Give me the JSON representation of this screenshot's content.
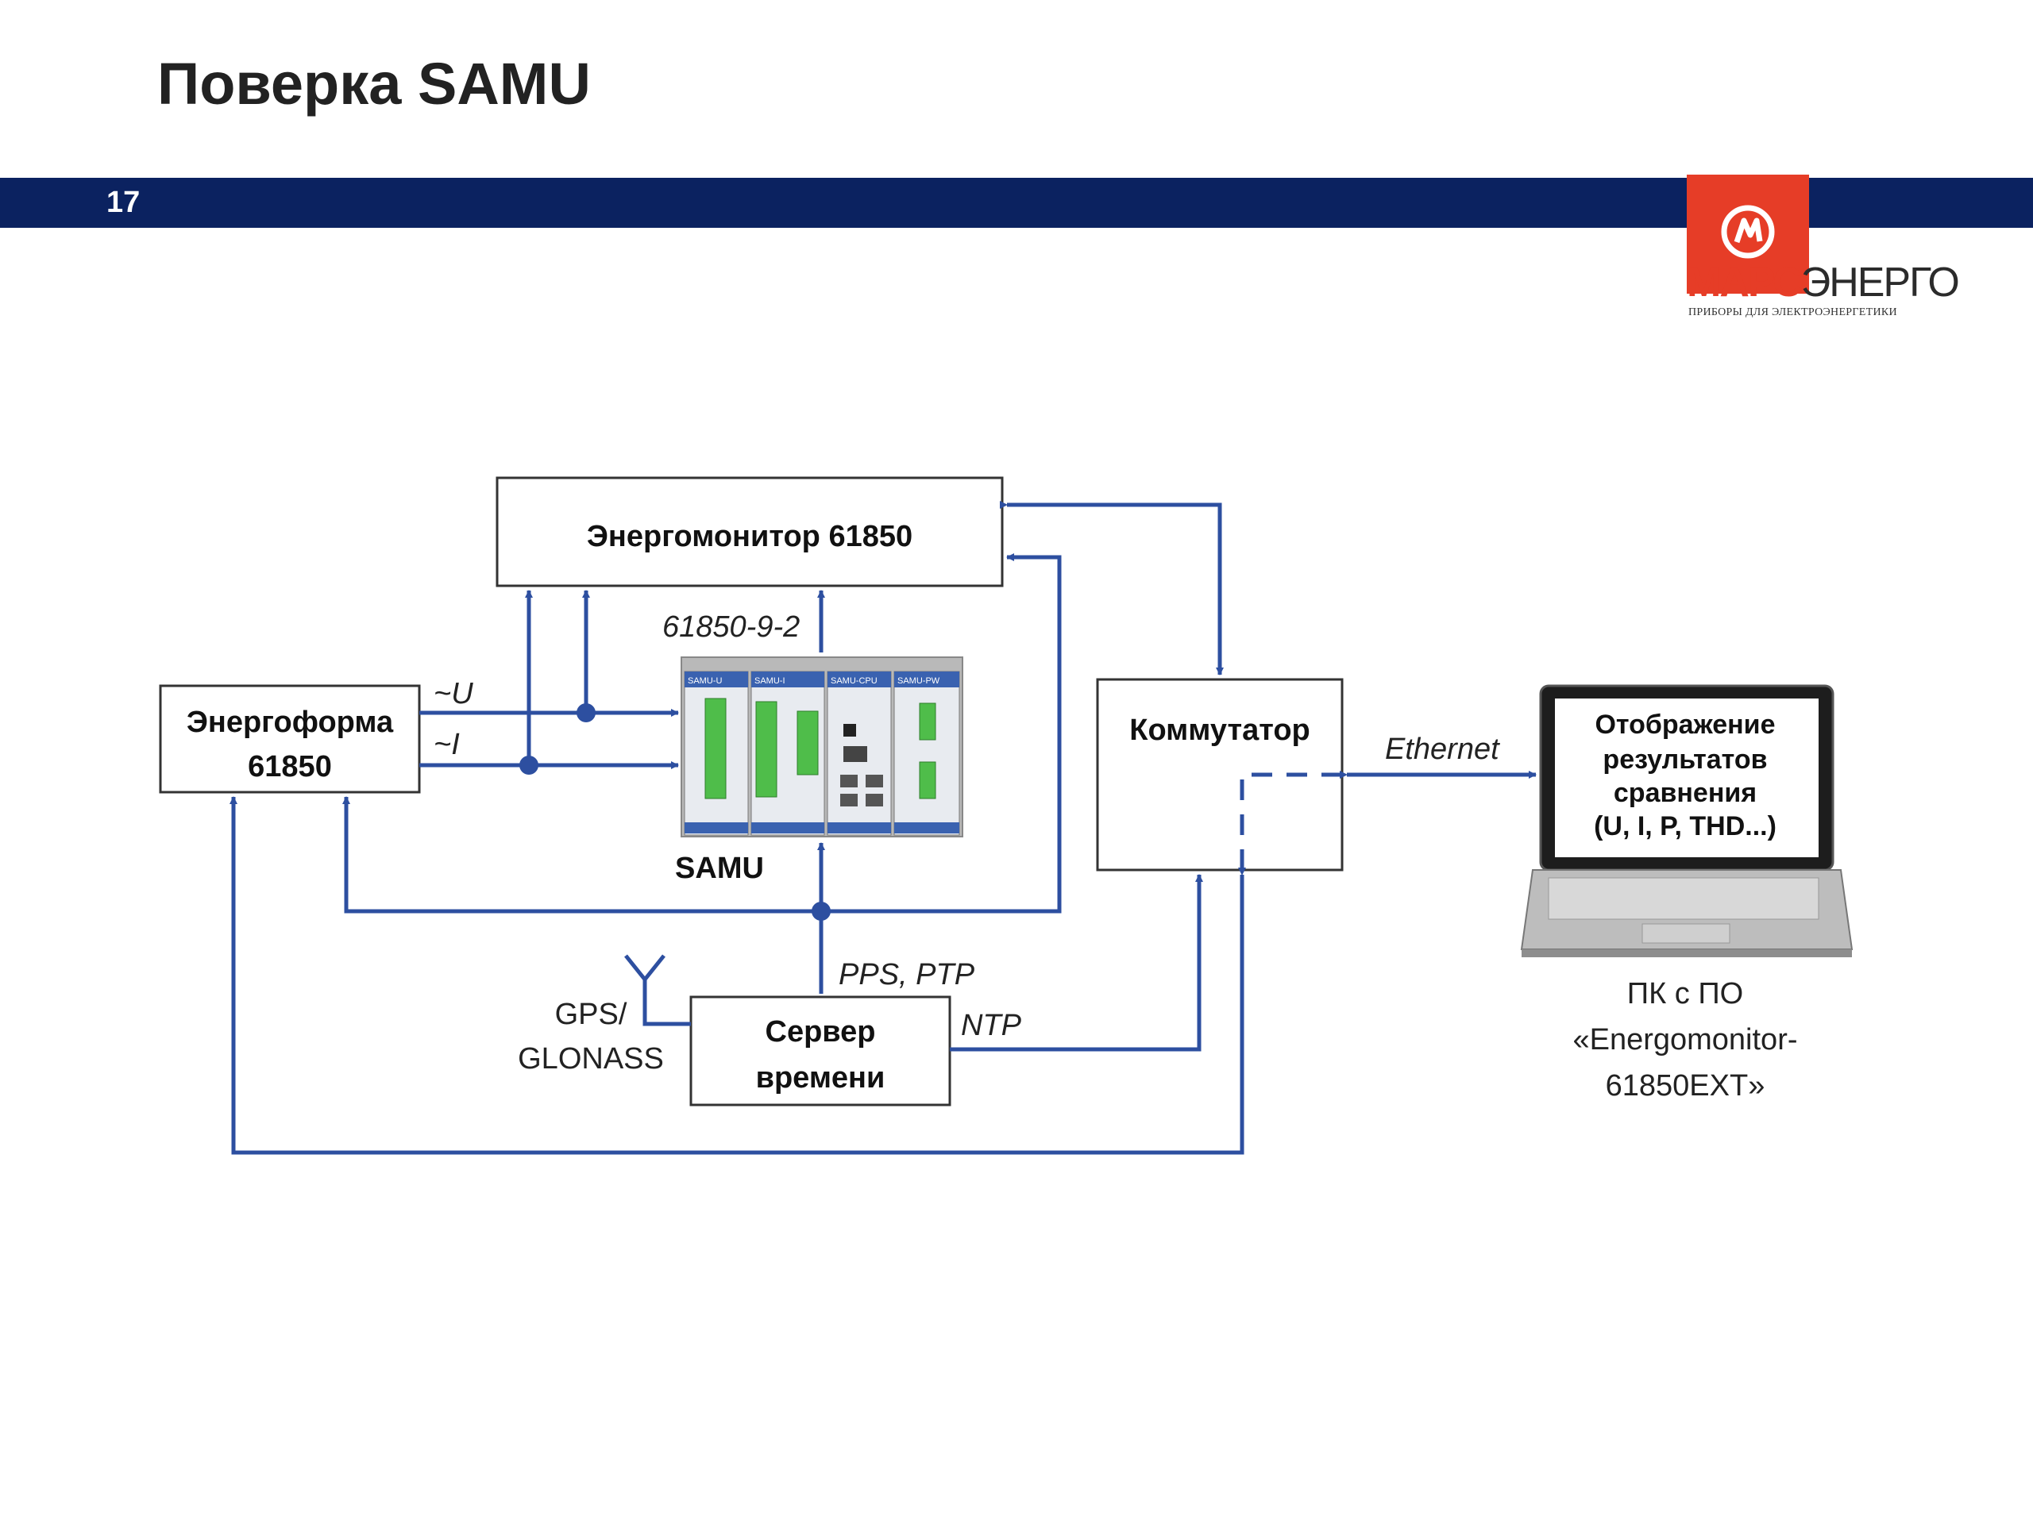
{
  "slide": {
    "title": "Поверка SAMU",
    "number": "17"
  },
  "logo": {
    "mars": "МАРС",
    "energo": "ЭНЕРГО",
    "tagline": "ПРИБОРЫ ДЛЯ ЭЛЕКТРОЭНЕРГЕТИКИ",
    "icon": "mars-energo-logo-icon"
  },
  "colors": {
    "band": "#0b2260",
    "logo_red": "#e63d27",
    "line": "#2d4fa0",
    "box_border": "#333333"
  },
  "diagram": {
    "energomonitor": "Энергомонитор 61850",
    "energoforma_line1": "Энергоформа",
    "energoforma_line2": "61850",
    "switch": "Коммутатор",
    "server_line1": "Сервер",
    "server_line2": "времени",
    "samu": "SAMU",
    "display_line1": "Отображение",
    "display_line2": "результатов",
    "display_line3": "сравнения",
    "display_line4": "(U, I, P, THD...)",
    "pc_line1": "ПК с ПО",
    "pc_line2": "«Energomonitor-",
    "pc_line3": "61850EXT»",
    "label_u": "~U",
    "label_i": "~I",
    "label_sv": "61850-9-2",
    "label_ethernet": "Ethernet",
    "label_pps": "PPS, PTP",
    "label_ntp": "NTP",
    "label_gps1": "GPS/",
    "label_gps2": "GLONASS",
    "samu_modules": [
      "SAMU-U",
      "SAMU-I",
      "SAMU-CPU",
      "SAMU-PW"
    ]
  }
}
